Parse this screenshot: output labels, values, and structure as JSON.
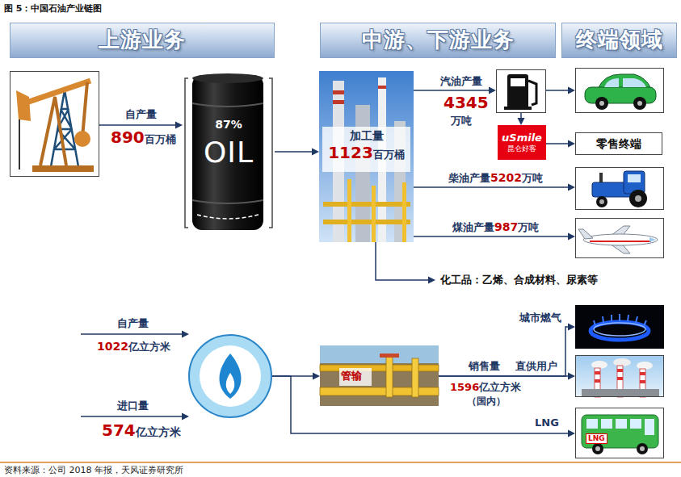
{
  "diagram": {
    "title": "图 5：中国石油产业链图",
    "caption": "资料来源：公司 2018 年报，天风证券研究所",
    "nodes": [
      {
        "text": [
          "上游业务"
        ]
      },
      {
        "text": [
          "中游、下游业务"
        ]
      },
      {
        "text": [
          "终端领域"
        ]
      },
      {
        "text": []
      },
      {
        "text": [
          "87%",
          "OIL"
        ]
      },
      {
        "text": [
          "加工量",
          "1123",
          "百万桶"
        ]
      },
      {
        "text": []
      },
      {
        "text": []
      },
      {
        "text": [
          "uSmile",
          "昆仑好客"
        ]
      },
      {
        "text": [
          "零售终端"
        ]
      },
      {
        "text": []
      },
      {
        "text": []
      },
      {
        "text": []
      },
      {
        "text": [
          "管输"
        ]
      },
      {
        "text": []
      },
      {
        "text": []
      },
      {
        "text": [
          "LNG"
        ]
      }
    ],
    "edges": [
      {
        "from": 3,
        "to": 4,
        "arrow": "to",
        "label": "自产量"
      },
      {
        "from": 4,
        "to": 5,
        "arrow": "to"
      },
      {
        "from": 5,
        "to": 6,
        "arrow": "to",
        "label": "汽油产量"
      },
      {
        "from": 6,
        "to": 7,
        "arrow": "to"
      },
      {
        "from": 6,
        "to": 8,
        "arrow": "to"
      },
      {
        "from": 8,
        "to": 9,
        "arrow": "to"
      },
      {
        "from": 5,
        "to": 10,
        "arrow": "to",
        "label": "柴油产量"
      },
      {
        "from": 5,
        "to": 11,
        "arrow": "to",
        "label": "煤油产量"
      },
      {
        "from": 12,
        "to": 13,
        "arrow": "to"
      },
      {
        "from": 12,
        "to": 16,
        "arrow": "to",
        "label": "LNG"
      },
      {
        "from": 13,
        "to": 14,
        "arrow": "to",
        "label": "城市燃气"
      },
      {
        "from": 13,
        "to": 15,
        "arrow": "to",
        "label": "直供用户"
      }
    ],
    "labels": [
      "890",
      "百万桶",
      "4345",
      "万吨",
      "5202",
      "万吨",
      "987",
      "万吨",
      "化工品：乙烯、合成材料、尿素等",
      "自产量",
      "1022",
      "亿立方米",
      "进口量",
      "574",
      "亿立方米",
      "销售量",
      "1596",
      "亿立方米",
      "（国内）"
    ]
  }
}
